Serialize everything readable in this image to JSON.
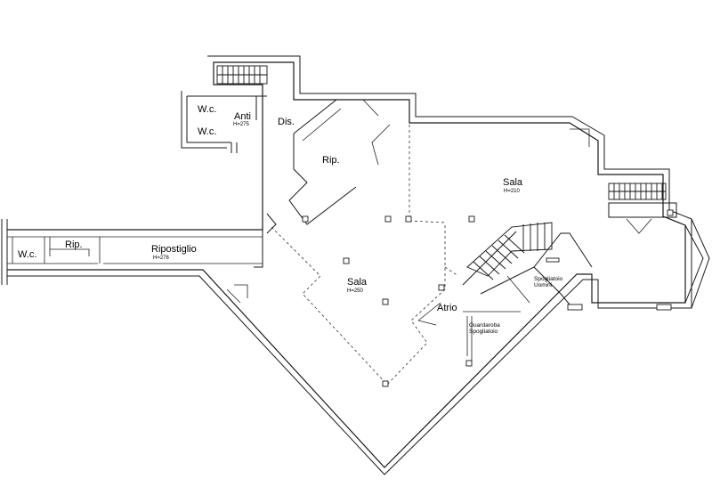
{
  "rooms": {
    "wc_top": "W.c.",
    "wc_bottom": "W.c.",
    "anti": "Anti",
    "anti_height": "H=275",
    "dis": "Dis.",
    "rip_upper": "Rip.",
    "sala_right": "Sala",
    "sala_right_height": "H=210",
    "wc_left": "W.c.",
    "rip_left": "Rip.",
    "ripostiglio": "Ripostiglio",
    "ripostiglio_height": "H=276",
    "sala_center": "Sala",
    "sala_center_height": "H=250",
    "atrio": "Atrio",
    "guardaroba_line1": "Guardaroba",
    "guardaroba_line2": "Spogliatoio",
    "spogliatoio_line1": "Spogliatoio",
    "spogliatoio_line2": "Uomini"
  }
}
